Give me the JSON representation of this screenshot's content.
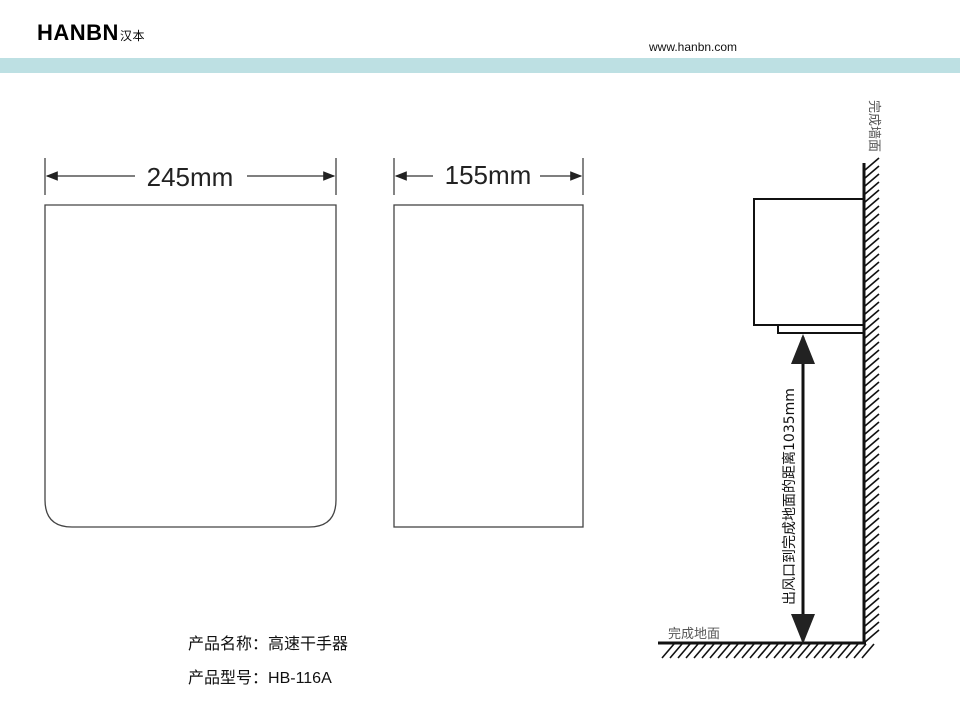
{
  "header": {
    "brand": "HANBN",
    "brand_cn": "汉本",
    "url": "www.hanbn.com",
    "band_color": "#bde0e3"
  },
  "drawing": {
    "width_label": "245mm",
    "depth_label": "155mm",
    "wall_label": "完成墙面",
    "floor_label": "完成地面",
    "height_label": "出风口到完成地面的距离1035mm"
  },
  "product": {
    "name_label": "产品名称：",
    "name": "高速干手器",
    "model_label": "产品型号：",
    "model": "HB-116A"
  }
}
